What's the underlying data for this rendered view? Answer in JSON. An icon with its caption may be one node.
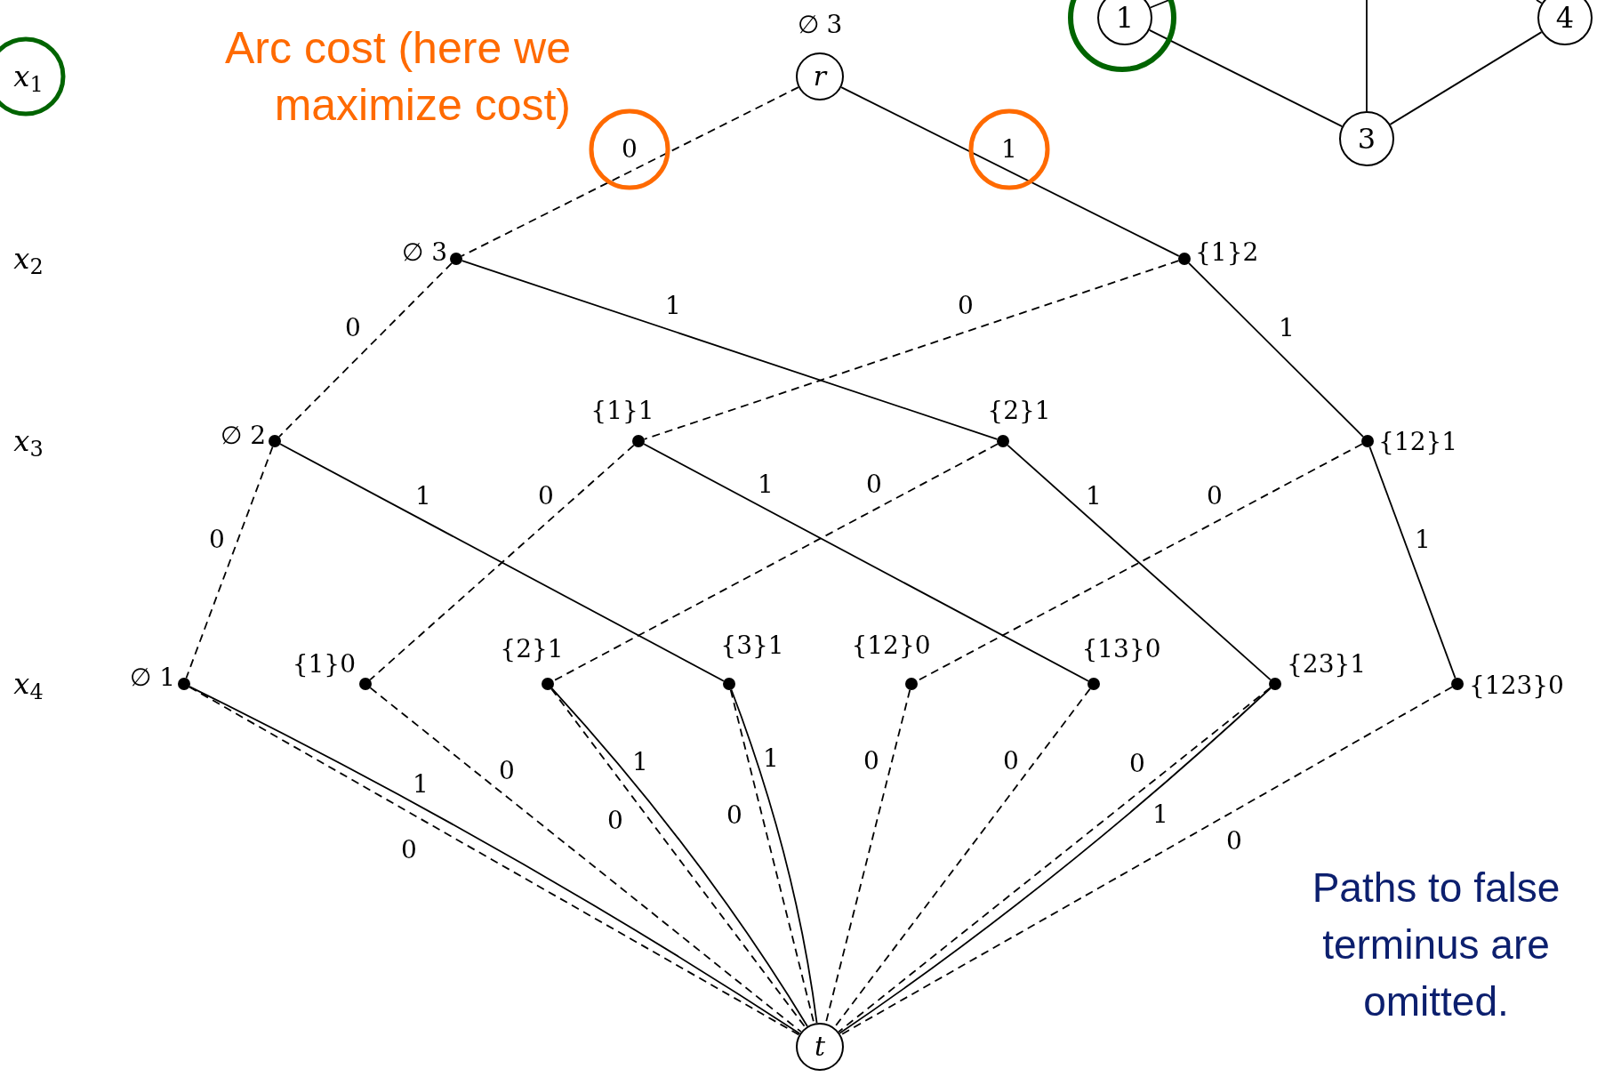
{
  "diagram": {
    "nodes": [
      {
        "text": [
          "r"
        ],
        "beside": [
          "∅ 3"
        ]
      },
      {
        "text": [],
        "shape": "circle",
        "beside": [
          "∅ 3"
        ]
      },
      {
        "text": [],
        "shape": "circle",
        "beside": [
          "{1}2"
        ]
      },
      {
        "text": [],
        "shape": "circle",
        "beside": [
          "∅ 2"
        ]
      },
      {
        "text": [],
        "shape": "circle",
        "beside": [
          "{1}1"
        ]
      },
      {
        "text": [],
        "shape": "circle",
        "beside": [
          "{2}1"
        ]
      },
      {
        "text": [],
        "shape": "circle",
        "beside": [
          "{12}1"
        ]
      },
      {
        "text": [],
        "shape": "circle",
        "beside": [
          "∅ 1"
        ]
      },
      {
        "text": [],
        "shape": "circle",
        "beside": [
          "{1}0"
        ]
      },
      {
        "text": [],
        "shape": "circle",
        "beside": [
          "{2}1"
        ]
      },
      {
        "text": [],
        "shape": "circle",
        "beside": [
          "{3}1"
        ]
      },
      {
        "text": [],
        "shape": "circle",
        "beside": [
          "{12}0"
        ]
      },
      {
        "text": [],
        "shape": "circle",
        "beside": [
          "{13}0"
        ]
      },
      {
        "text": [],
        "shape": "circle",
        "beside": [
          "{23}1"
        ]
      },
      {
        "text": [],
        "shape": "circle",
        "beside": [
          "{123}0"
        ]
      },
      {
        "text": [
          "t"
        ]
      },
      {
        "text": [
          "1"
        ]
      },
      {
        "text": [
          "3"
        ]
      },
      {
        "text": [
          "4"
        ]
      }
    ],
    "edges": [
      {
        "from": 0,
        "to": 1,
        "arrow": "none",
        "label": "0",
        "style": "dashed"
      },
      {
        "from": 0,
        "to": 2,
        "arrow": "none",
        "label": "1"
      },
      {
        "from": 1,
        "to": 3,
        "arrow": "none",
        "label": "0",
        "style": "dashed"
      },
      {
        "from": 1,
        "to": 5,
        "arrow": "none",
        "label": "1"
      },
      {
        "from": 2,
        "to": 4,
        "arrow": "none",
        "label": "0",
        "style": "dashed"
      },
      {
        "from": 2,
        "to": 6,
        "arrow": "none",
        "label": "1"
      },
      {
        "from": 3,
        "to": 7,
        "arrow": "none",
        "label": "0",
        "style": "dashed"
      },
      {
        "from": 3,
        "to": 10,
        "arrow": "none",
        "label": "1"
      },
      {
        "from": 4,
        "to": 8,
        "arrow": "none",
        "label": "0",
        "style": "dashed"
      },
      {
        "from": 4,
        "to": 12,
        "arrow": "none",
        "label": "1"
      },
      {
        "from": 5,
        "to": 9,
        "arrow": "none",
        "label": "0",
        "style": "dashed"
      },
      {
        "from": 5,
        "to": 13,
        "arrow": "none",
        "label": "1"
      },
      {
        "from": 6,
        "to": 11,
        "arrow": "none",
        "label": "0",
        "style": "dashed"
      },
      {
        "from": 6,
        "to": 14,
        "arrow": "none",
        "label": "1"
      },
      {
        "from": 7,
        "to": 15,
        "arrow": "none",
        "label": "1"
      },
      {
        "from": 7,
        "to": 15,
        "arrow": "none",
        "label": "0",
        "style": "dashed"
      },
      {
        "from": 8,
        "to": 15,
        "arrow": "none",
        "label": "0",
        "style": "dashed"
      },
      {
        "from": 9,
        "to": 15,
        "arrow": "none",
        "label": "1"
      },
      {
        "from": 9,
        "to": 15,
        "arrow": "none",
        "label": "0",
        "style": "dashed"
      },
      {
        "from": 10,
        "to": 15,
        "arrow": "none",
        "label": "1"
      },
      {
        "from": 10,
        "to": 15,
        "arrow": "none",
        "label": "0",
        "style": "dashed"
      },
      {
        "from": 11,
        "to": 15,
        "arrow": "none",
        "label": "0",
        "style": "dashed"
      },
      {
        "from": 12,
        "to": 15,
        "arrow": "none",
        "label": "0",
        "style": "dashed"
      },
      {
        "from": 13,
        "to": 15,
        "arrow": "none",
        "label": "0",
        "style": "dashed"
      },
      {
        "from": 13,
        "to": 15,
        "arrow": "none",
        "label": "1"
      },
      {
        "from": 14,
        "to": 15,
        "arrow": "none",
        "label": "0",
        "style": "dashed"
      },
      {
        "from": 16,
        "to": null,
        "arrow": "none"
      },
      {
        "from": 17,
        "to": null,
        "arrow": "none"
      },
      {
        "from": 18,
        "to": null,
        "arrow": "none"
      },
      {
        "from": 16,
        "to": 17,
        "arrow": "none"
      },
      {
        "from": 17,
        "to": 18,
        "arrow": "none"
      }
    ],
    "labels": [
      "*x*$_{1}$",
      "Arc cost (here we maximize cost)",
      "*x*$_{2}$",
      "*x*$_{3}$",
      "*x*$_{4}$",
      "Paths to false terminus are omitted."
    ]
  }
}
